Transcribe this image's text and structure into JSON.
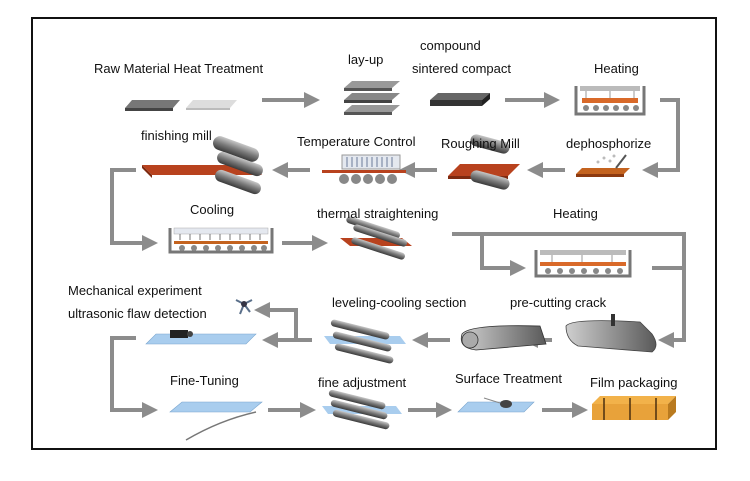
{
  "labels": {
    "raw_material": "Raw Material Heat Treatment",
    "lay_up": "lay-up",
    "compound": "compound",
    "sintered_compact": "sintered compact",
    "heating_1": "Heating",
    "finishing_mill": "finishing mill",
    "temperature_control": "Temperature Control",
    "roughing_mill": "Roughing Mill",
    "dephosphorize": "dephosphorize",
    "cooling": "Cooling",
    "thermal_straightening": "thermal straightening",
    "heating_2": "Heating",
    "mechanical_experiment": "Mechanical experiment",
    "ultrasonic_flaw_detection": "ultrasonic flaw detection",
    "leveling_cooling": "leveling-cooling section",
    "pre_cutting_crack": "pre-cutting crack",
    "fine_tuning": "Fine-Tuning",
    "fine_adjustment": "fine adjustment",
    "surface_treatment": "Surface Treatment",
    "film_packaging": "Film packaging"
  },
  "colors": {
    "arrow": "#8c8c8c",
    "hot_plate": "#b8421e",
    "blue_plate": "#a9cdee",
    "roller": "#8a8a8a",
    "package": "#e8a23a",
    "border": "#111111"
  }
}
